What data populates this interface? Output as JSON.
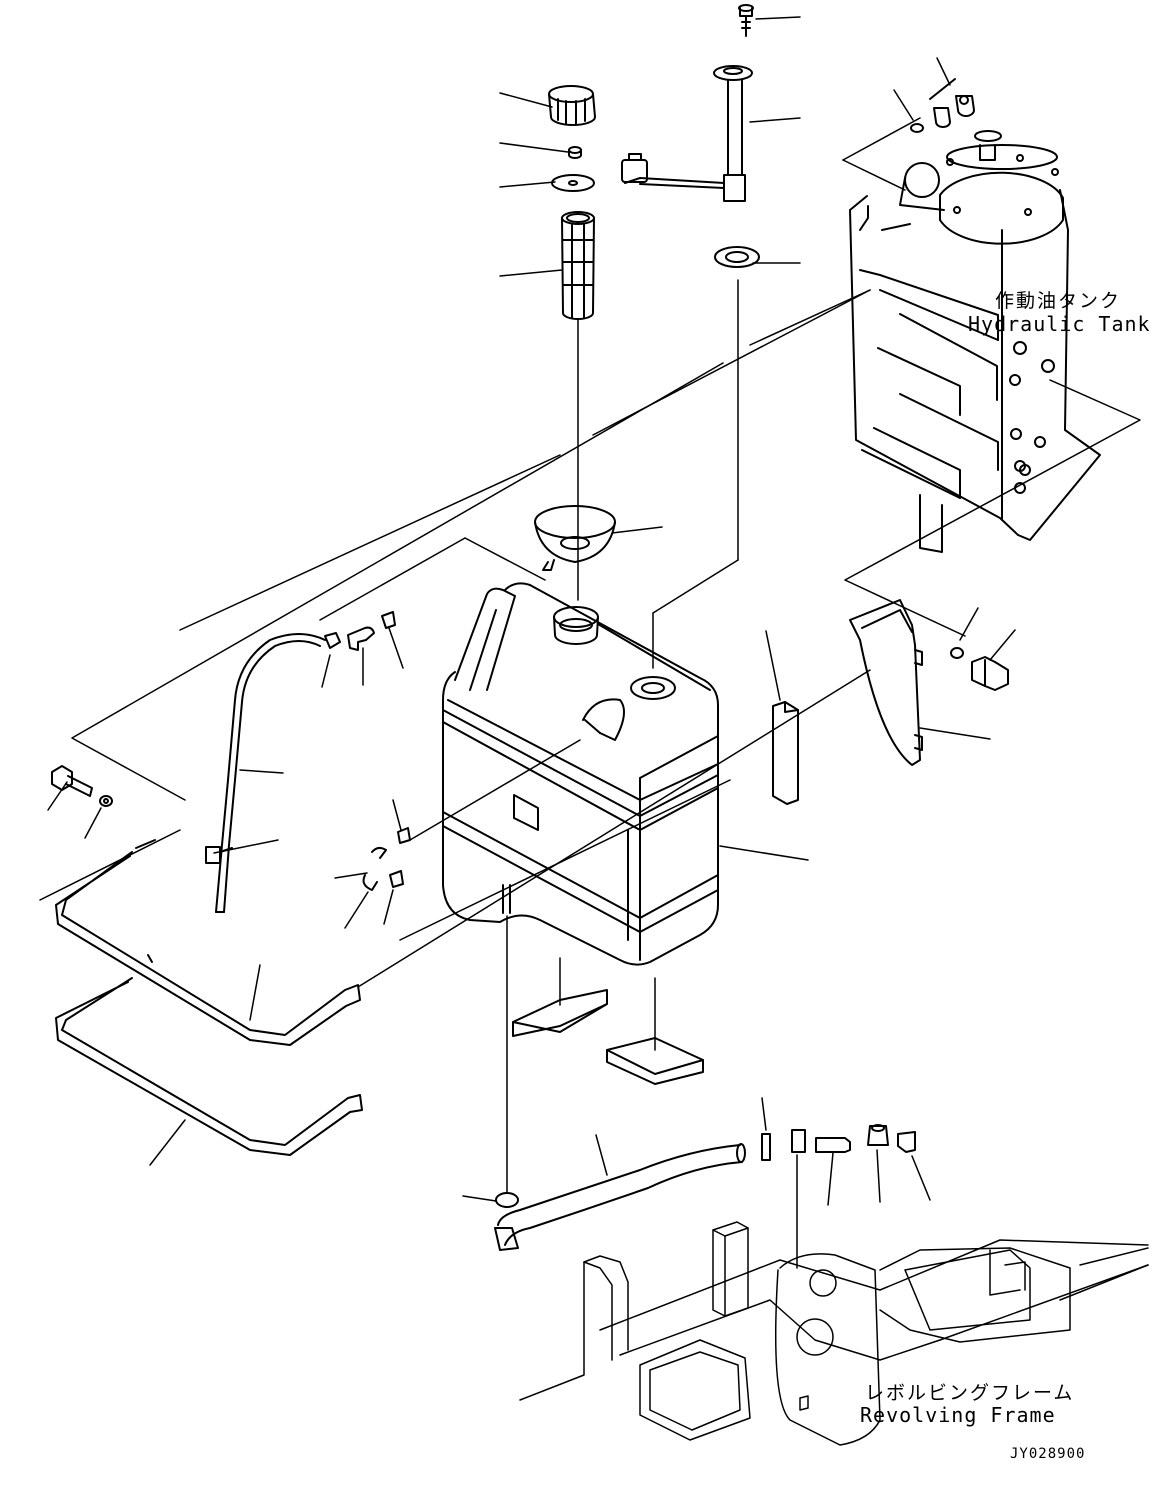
{
  "labels": {
    "hydraulic_tank_ja": "作動油タンク",
    "hydraulic_tank_en": "Hydraulic Tank",
    "revolving_frame_ja": "レボルビングフレーム",
    "revolving_frame_en": "Revolving Frame",
    "drawing_code": "JY028900"
  },
  "colors": {
    "line": "#000000",
    "background": "#ffffff"
  }
}
